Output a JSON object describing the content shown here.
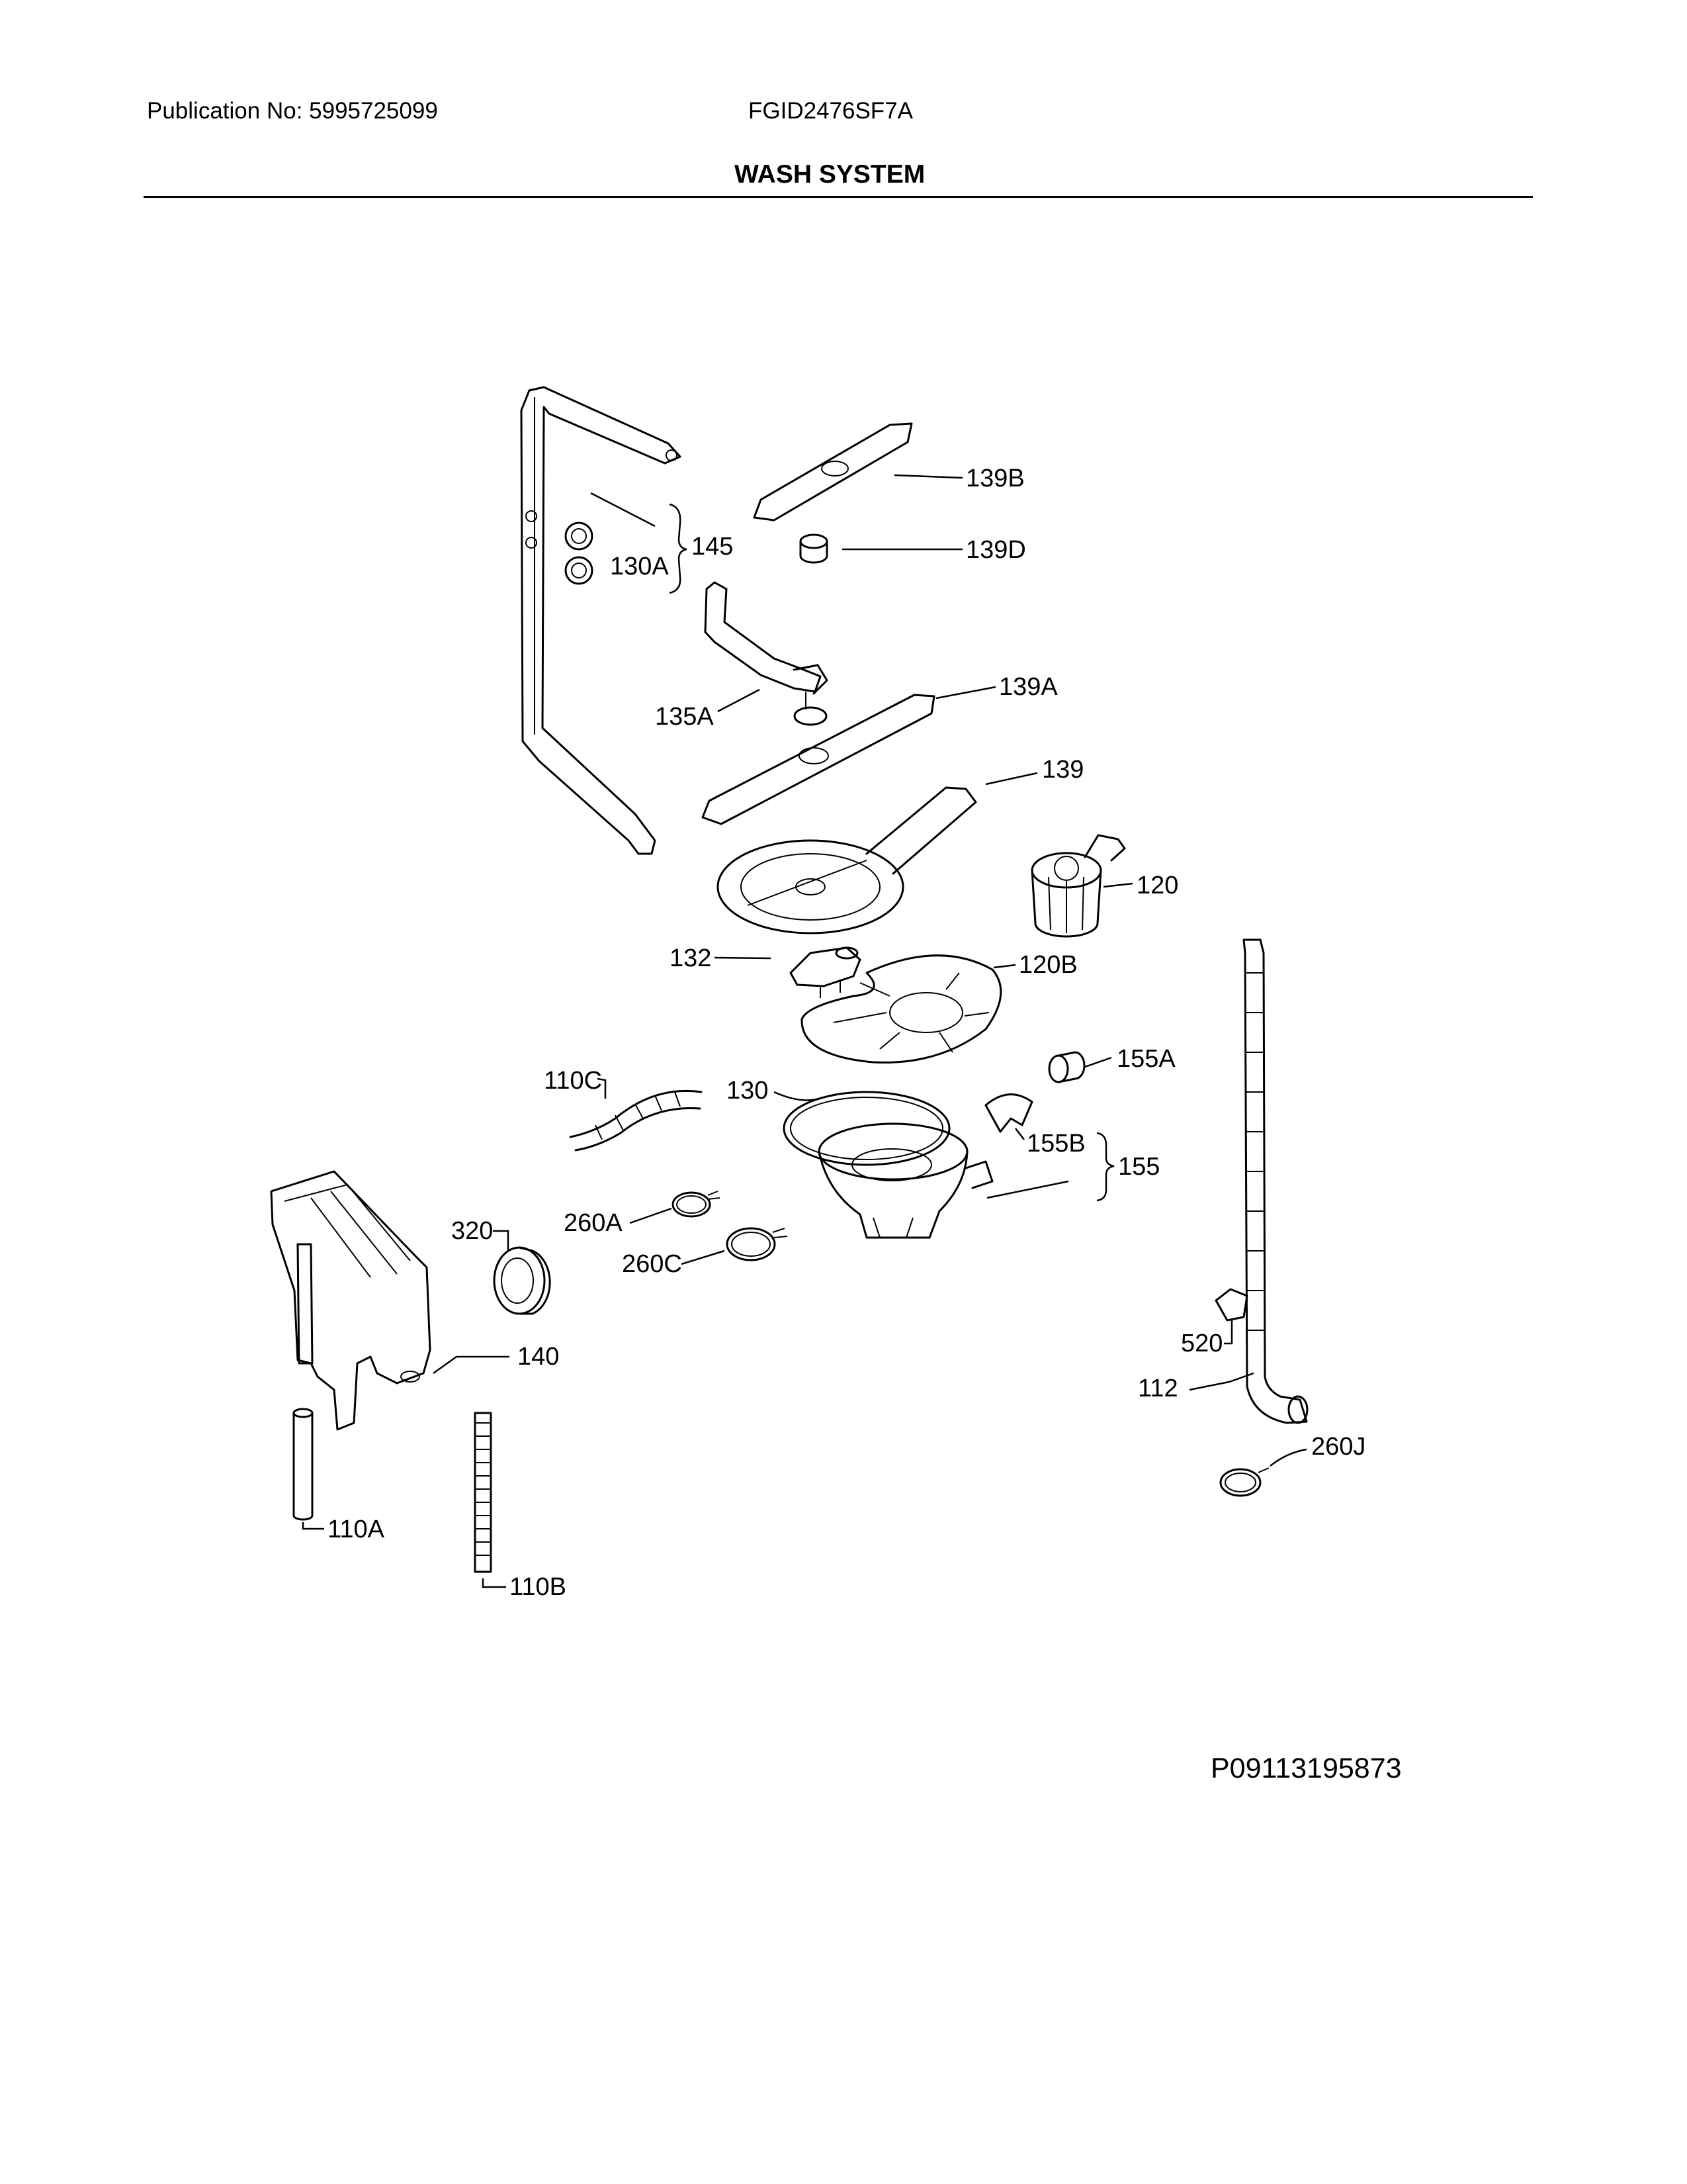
{
  "header": {
    "publication": "Publication No: 5995725099",
    "model": "FGID2476SF7A",
    "title": "WASH SYSTEM"
  },
  "footer": {
    "code": "P09113195873"
  },
  "labels": {
    "l139B": "139B",
    "l145": "145",
    "l130A": "130A",
    "l139D": "139D",
    "l135A": "135A",
    "l139A": "139A",
    "l139": "139",
    "l120": "120",
    "l132": "132",
    "l120B": "120B",
    "l155A": "155A",
    "l110C": "110C",
    "l130": "130",
    "l155B": "155B",
    "l155": "155",
    "l320": "320",
    "l260A": "260A",
    "l260C": "260C",
    "l140": "140",
    "l520": "520",
    "l112": "112",
    "l260J": "260J",
    "l110A": "110A",
    "l110B": "110B"
  }
}
